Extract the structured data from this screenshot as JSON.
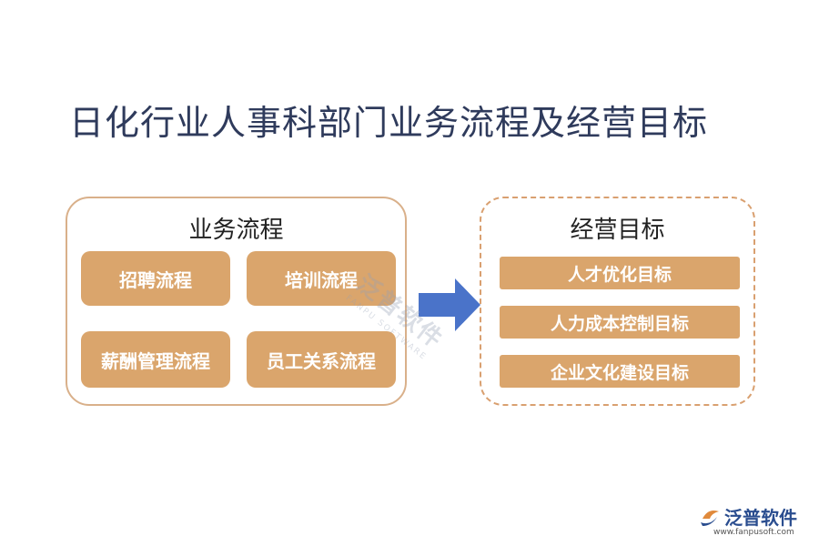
{
  "title": "日化行业人事科部门业务流程及经营目标",
  "process_panel": {
    "title": "业务流程",
    "items": [
      "招聘流程",
      "培训流程",
      "薪酬管理流程",
      "员工关系流程"
    ]
  },
  "goals_panel": {
    "title": "经营目标",
    "items": [
      "人才优化目标",
      "人力成本控制目标",
      "企业文化建设目标"
    ]
  },
  "watermark": {
    "cn": "泛普软件",
    "en": "FANPU SOFTWARE"
  },
  "logo": {
    "name": "泛普软件",
    "url": "www.fanpusoft.com"
  },
  "colors": {
    "box": "#daa56c",
    "border": "#d9b08a",
    "arrow": "#4a73c9",
    "title": "#2f3b5c"
  }
}
